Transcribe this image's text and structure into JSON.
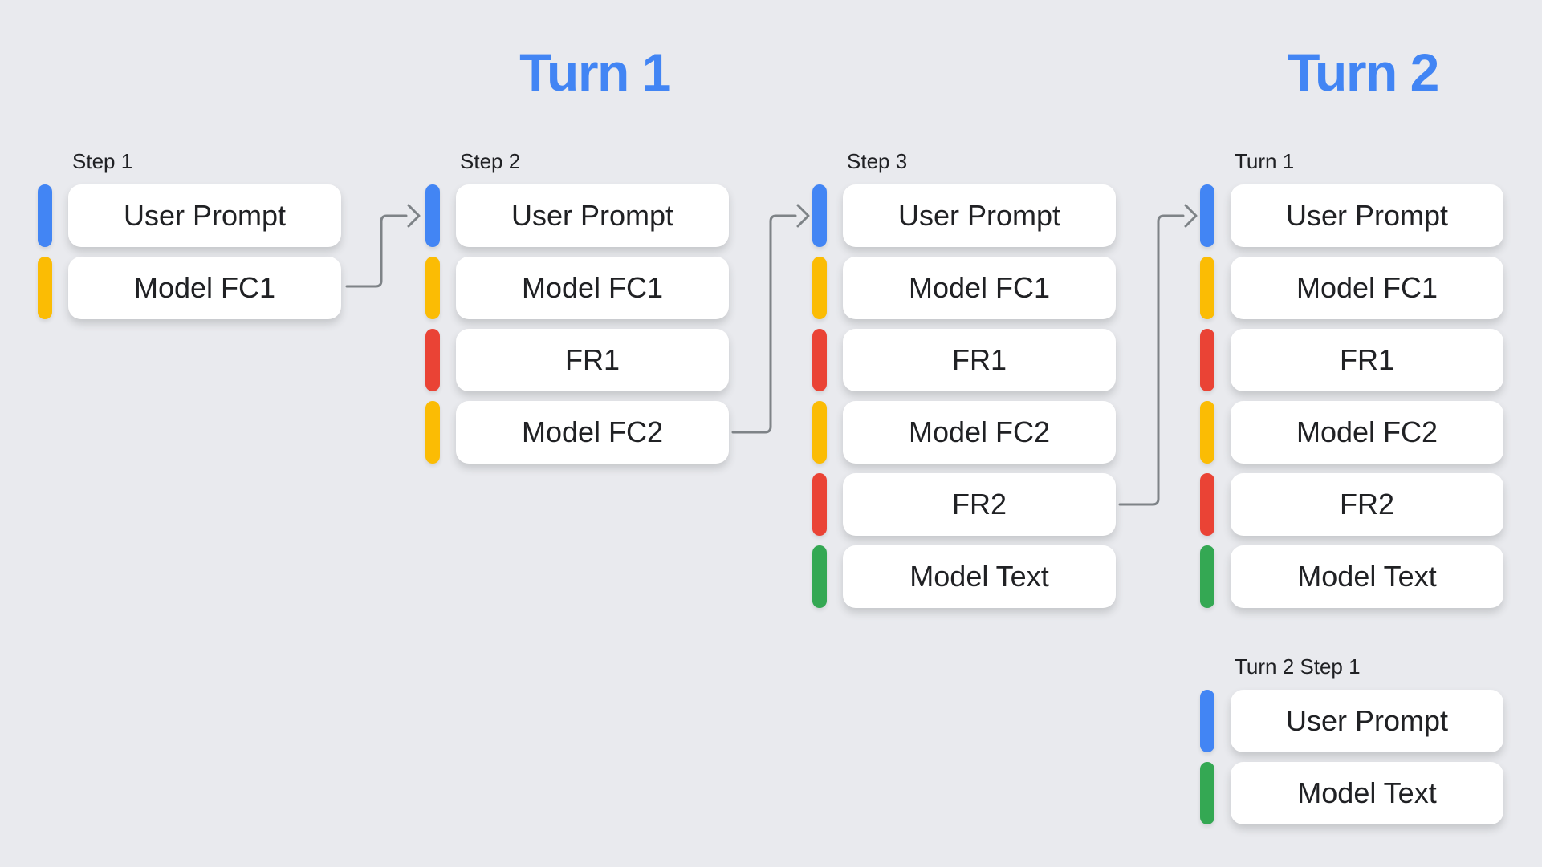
{
  "palette": {
    "background": "#E9EAEE",
    "box_bg": "#FFFFFF",
    "text": "#202124",
    "title_blue": "#4285F4",
    "arrow_gray": "#7E8387",
    "blue": "#4285F4",
    "yellow": "#FBBC04",
    "red": "#EA4335",
    "green": "#34A853"
  },
  "titles": {
    "turn1": "Turn 1",
    "turn2": "Turn 2"
  },
  "groups": [
    {
      "label": "Step 1",
      "boxes": [
        {
          "text": "User Prompt",
          "color": "blue"
        },
        {
          "text": "Model FC1",
          "color": "yellow"
        }
      ]
    },
    {
      "label": "Step 2",
      "boxes": [
        {
          "text": "User Prompt",
          "color": "blue"
        },
        {
          "text": "Model FC1",
          "color": "yellow"
        },
        {
          "text": "FR1",
          "color": "red"
        },
        {
          "text": "Model FC2",
          "color": "yellow"
        }
      ]
    },
    {
      "label": "Step 3",
      "boxes": [
        {
          "text": "User Prompt",
          "color": "blue"
        },
        {
          "text": "Model FC1",
          "color": "yellow"
        },
        {
          "text": "FR1",
          "color": "red"
        },
        {
          "text": "Model FC2",
          "color": "yellow"
        },
        {
          "text": "FR2",
          "color": "red"
        },
        {
          "text": "Model Text",
          "color": "green"
        }
      ]
    },
    {
      "label": "Turn 1",
      "boxes": [
        {
          "text": "User Prompt",
          "color": "blue"
        },
        {
          "text": "Model FC1",
          "color": "yellow"
        },
        {
          "text": "FR1",
          "color": "red"
        },
        {
          "text": "Model FC2",
          "color": "yellow"
        },
        {
          "text": "FR2",
          "color": "red"
        },
        {
          "text": "Model Text",
          "color": "green"
        }
      ]
    },
    {
      "label": "Turn 2 Step 1",
      "boxes": [
        {
          "text": "User Prompt",
          "color": "blue"
        },
        {
          "text": "Model Text",
          "color": "green"
        }
      ]
    }
  ],
  "arrows": [
    {
      "name": "arrow-step1-to-step2",
      "from": "Step 1 / Model FC1",
      "to": "Step 2 / User Prompt"
    },
    {
      "name": "arrow-step2-to-step3",
      "from": "Step 2 / Model FC2",
      "to": "Step 3 / User Prompt"
    },
    {
      "name": "arrow-step3-to-turn1",
      "from": "Step 3 / FR2",
      "to": "Turn 1 / User Prompt"
    }
  ]
}
